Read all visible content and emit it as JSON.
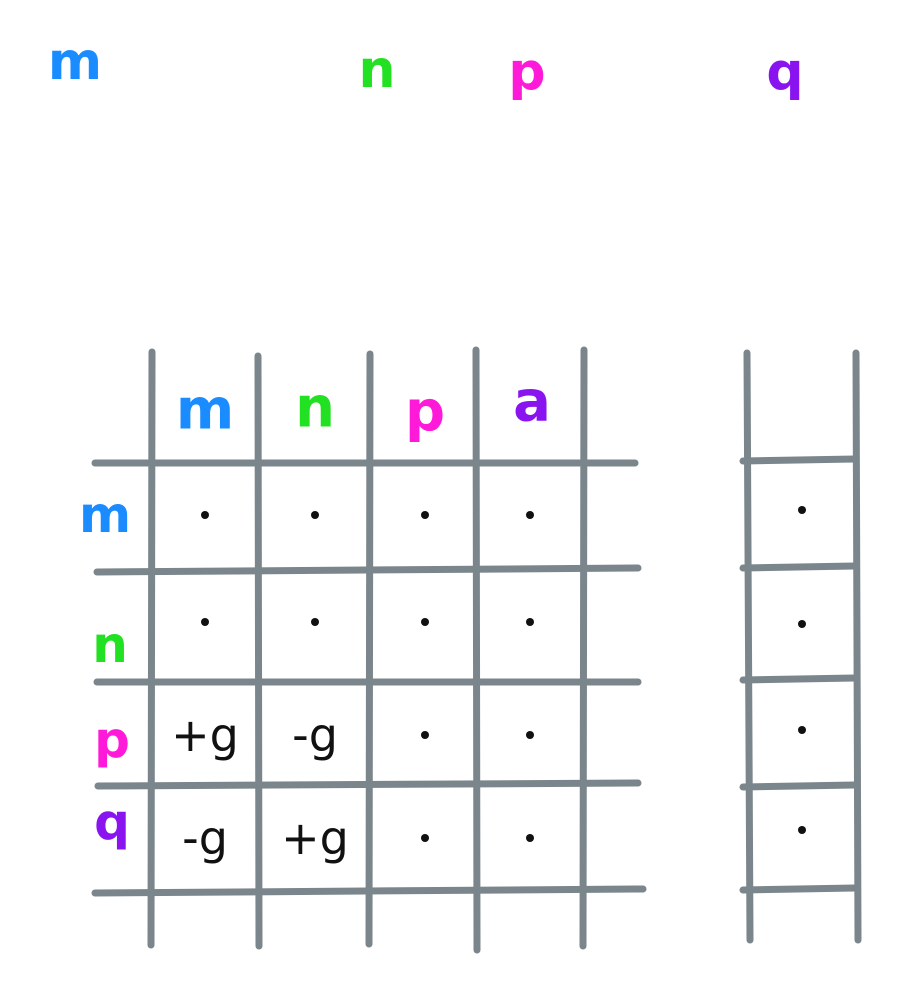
{
  "colors": {
    "m": "#1a8cff",
    "n": "#22e022",
    "p": "#ff1ad9",
    "q": "#8a14f0",
    "grid": "#7b868c",
    "ink": "#111111"
  },
  "top_labels": [
    {
      "id": "m",
      "text": "m",
      "color_key": "m"
    },
    {
      "id": "n",
      "text": "n",
      "color_key": "n"
    },
    {
      "id": "p",
      "text": "p",
      "color_key": "p"
    },
    {
      "id": "q",
      "text": "q",
      "color_key": "q"
    }
  ],
  "matrix": {
    "column_headers": [
      {
        "text": "m",
        "color_key": "m"
      },
      {
        "text": "n",
        "color_key": "n"
      },
      {
        "text": "p",
        "color_key": "p"
      },
      {
        "text": "a",
        "color_key": "q"
      }
    ],
    "row_headers": [
      {
        "text": "m",
        "color_key": "m"
      },
      {
        "text": "n",
        "color_key": "n"
      },
      {
        "text": "p",
        "color_key": "p"
      },
      {
        "text": "q",
        "color_key": "q"
      }
    ],
    "cells": [
      [
        "•",
        "•",
        "•",
        "•"
      ],
      [
        "•",
        "•",
        "•",
        "•"
      ],
      [
        "+g",
        "-g",
        "•",
        "•"
      ],
      [
        "-g",
        "+g",
        "•",
        "•"
      ]
    ]
  },
  "vector": {
    "cells": [
      "•",
      "•",
      "•",
      "•"
    ]
  }
}
